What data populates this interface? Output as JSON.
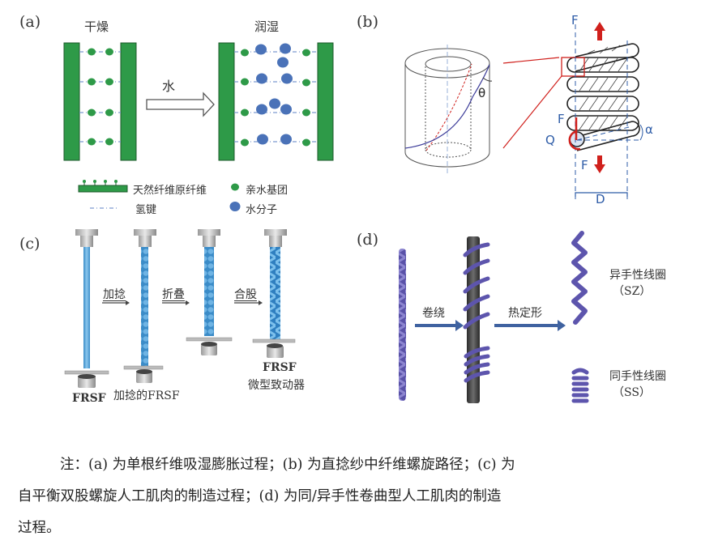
{
  "figure": {
    "panel_a": {
      "label": "(a)",
      "dry_title": "干燥",
      "wet_title": "润湿",
      "arrow_label": "水",
      "legend": {
        "fibril": "天然纤维原纤维",
        "hydrophilic_group": "亲水基团",
        "hydrogen_bond": "氢键",
        "water_molecule": "水分子"
      },
      "colors": {
        "fibril": "#2e9a48",
        "group": "#2e9a48",
        "water": "#4a72b8",
        "bond": "#7d9ad0"
      }
    },
    "panel_b": {
      "label": "(b)",
      "theta": "θ",
      "force_top": "F",
      "force_mid": "F",
      "force_bottom": "F",
      "torque": "Q",
      "angle": "α",
      "diameter": "D",
      "colors": {
        "annotation": "#2f5da8",
        "highlight": "#d0201c"
      }
    },
    "panel_c": {
      "label": "(c)",
      "step1": "加捻",
      "step2": "折叠",
      "step3": "合股",
      "item1": "FRSF",
      "item2": "加捻的FRSF",
      "item4_line1": "FRSF",
      "item4_line2": "微型致动器",
      "colors": {
        "fiber": "#4ba0d8"
      }
    },
    "panel_d": {
      "label": "(d)",
      "step1": "卷绕",
      "step2": "热定形",
      "sz_name": "异手性线圈",
      "sz_code": "（SZ）",
      "ss_name": "同手性线圈",
      "ss_code": "（SS）",
      "colors": {
        "yarn": "#6a62b5",
        "mandrel": "#4a4a4a",
        "arrow": "#3f62a0"
      }
    }
  },
  "caption": {
    "line1": "注：(a) 为单根纤维吸湿膨胀过程；(b) 为直捻纱中纤维螺旋路径；(c) 为",
    "line2": "自平衡双股螺旋人工肌肉的制造过程；(d) 为同/异手性卷曲型人工肌肉的制造",
    "line3": "过程。"
  }
}
